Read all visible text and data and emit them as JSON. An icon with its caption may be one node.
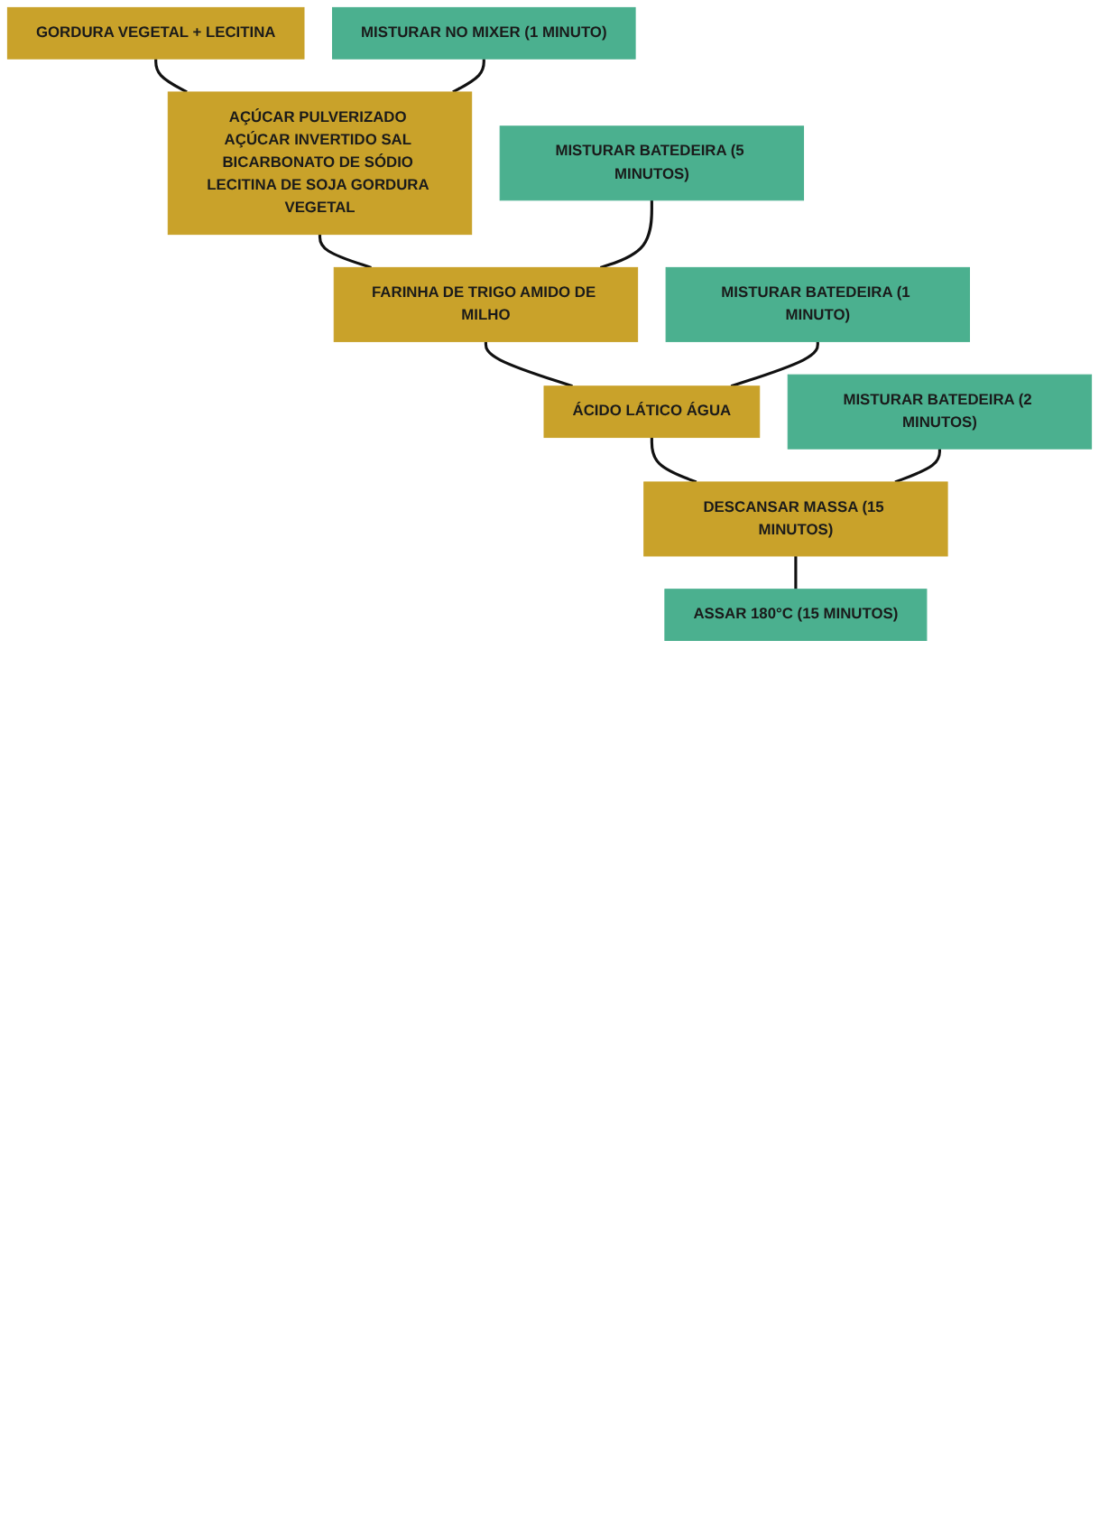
{
  "diagram": {
    "nodes": [
      {
        "text": [
          "GORDURA VEGETAL + LECITINA"
        ]
      },
      {
        "text": [
          "MISTURAR NO MIXER (1 MINUTO)"
        ]
      },
      {
        "text": [
          "AÇÚCAR PULVERIZADO AÇÚCAR INVERTIDO SAL BICARBONATO DE SÓDIO LECITINA DE SOJA GORDURA VEGETAL"
        ]
      },
      {
        "text": [
          "MISTURAR BATEDEIRA (5 MINUTOS)"
        ]
      },
      {
        "text": [
          "FARINHA DE TRIGO AMIDO DE MILHO"
        ]
      },
      {
        "text": [
          "MISTURAR BATEDEIRA (1 MINUTO)"
        ]
      },
      {
        "text": [
          "ÁCIDO LÁTICO ÁGUA"
        ]
      },
      {
        "text": [
          "MISTURAR BATEDEIRA (2 MINUTOS)"
        ]
      },
      {
        "text": [
          "DESCANSAR MASSA (15 MINUTOS)"
        ]
      },
      {
        "text": [
          "ASSAR 180°C (15 MINUTOS)"
        ]
      }
    ],
    "edges": [
      {
        "from": 0,
        "to": 2,
        "arrow": "none"
      },
      {
        "from": 1,
        "to": 2,
        "arrow": "none"
      },
      {
        "from": 2,
        "to": 4,
        "arrow": "none"
      },
      {
        "from": 3,
        "to": 4,
        "arrow": "none"
      },
      {
        "from": 4,
        "to": 6,
        "arrow": "none"
      },
      {
        "from": 5,
        "to": 6,
        "arrow": "none"
      },
      {
        "from": 6,
        "to": 8,
        "arrow": "none"
      },
      {
        "from": 7,
        "to": 8,
        "arrow": "none"
      },
      {
        "from": 8,
        "to": 9,
        "arrow": "none"
      }
    ]
  }
}
